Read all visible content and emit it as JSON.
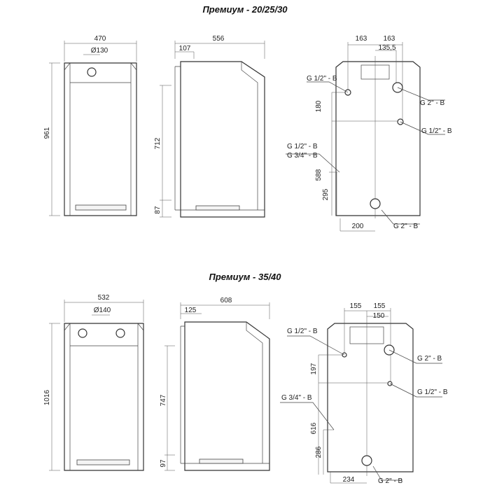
{
  "top": {
    "title": "Премиум - 20/25/30",
    "front": {
      "width": "470",
      "flue": "Ø130",
      "height": "961"
    },
    "side": {
      "depth": "556",
      "offset": "107",
      "h1": "712",
      "h2": "87"
    },
    "back": {
      "d1": "163",
      "d2": "163",
      "d3": "135,5",
      "v1": "180",
      "v2": "588",
      "v3": "295",
      "h": "200",
      "labels": [
        "G 1/2\" - B",
        "G 2\" - B",
        "G 1/2\" - B",
        "G 1/2\" - B",
        "G 3/4\" - B",
        "G 2\" - B"
      ]
    }
  },
  "bottom": {
    "title": "Премиум - 35/40",
    "front": {
      "width": "532",
      "flue": "Ø140",
      "height": "1016"
    },
    "side": {
      "depth": "608",
      "offset": "125",
      "h1": "747",
      "h2": "97"
    },
    "back": {
      "d1": "155",
      "d2": "155",
      "d3": "150",
      "v1": "197",
      "v2": "616",
      "v3": "286",
      "h": "234",
      "labels": [
        "G 1/2\" - B",
        "G 2\" - B",
        "G 1/2\" - B",
        "G 3/4\" - B",
        "G 2\" - B"
      ]
    }
  }
}
